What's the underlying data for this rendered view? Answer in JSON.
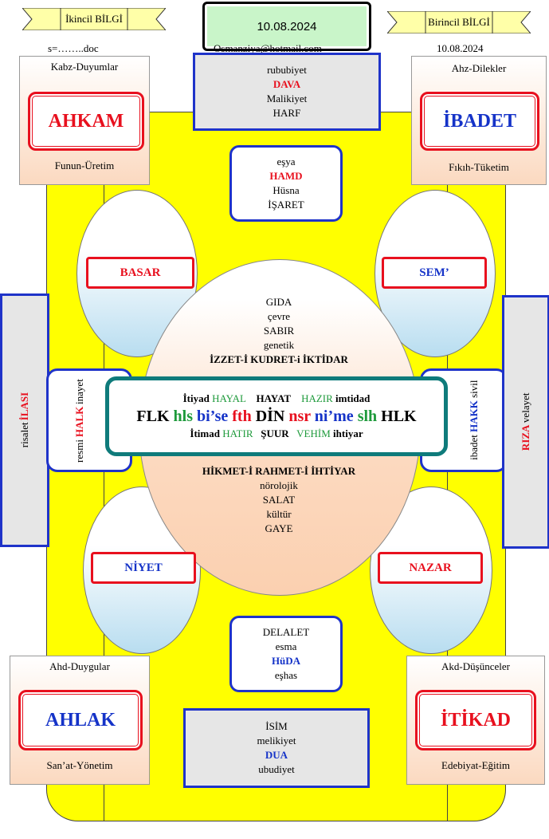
{
  "top": {
    "left_ribbon": "İkincil BİLGİ",
    "right_ribbon": "Birincil BİLGİ",
    "date_box": "10.08.2024",
    "left_note": "s=……..doc",
    "email": "Osmanziya@hotmail.com",
    "right_date": "10.08.2024"
  },
  "corners": {
    "top_left": {
      "top": "Kabz-Duyumlar",
      "badge": "AHKAM",
      "bottom": "Funun-Üretim"
    },
    "top_right": {
      "top": "Ahz-Dilekler",
      "badge": "İBADET",
      "bottom": "Fıkıh-Tüketim"
    },
    "bottom_left": {
      "top": "Ahd-Duygular",
      "badge": "AHLAK",
      "bottom": "San’at-Yönetim"
    },
    "bottom_right": {
      "top": "Akd-Düşünceler",
      "badge": "İTİKAD",
      "bottom": "Edebiyat-Eğitim"
    }
  },
  "top_gray": {
    "l1": "rububiyet",
    "l2": "DAVA",
    "l3": "Malikiyet",
    "l4": "HARF"
  },
  "top_rounded": {
    "l1": "eşya",
    "l2": "HAMD",
    "l3": "Hüsna",
    "l4": "İŞARET"
  },
  "bottom_rounded": {
    "l1": "DELALET",
    "l2": "esma",
    "l3": "HüDA",
    "l4": "eşhas"
  },
  "bottom_gray": {
    "l1": "İSİM",
    "l2": "melikiyet",
    "l3": "DUA",
    "l4": "ubudiyet"
  },
  "ovals": {
    "top_left": "BASAR",
    "top_right": "SEM’",
    "bottom_left": "NİYET",
    "bottom_right": "NAZAR"
  },
  "big_oval": {
    "top": [
      "GIDA",
      "çevre",
      "SABIR",
      "genetik"
    ],
    "top_title": "İZZET-İ KUDRET-i İKTİDAR",
    "bottom_title": "HİKMET-İ RAHMET-İ İHTİYAR",
    "bottom": [
      "nörolojik",
      "SALAT",
      "kültür",
      "GAYE"
    ]
  },
  "center": {
    "row1": {
      "a": "İtiyad",
      "b": "HAYAL",
      "c": "HAYAT",
      "d": "HAZIR",
      "e": "imtidad"
    },
    "row2": {
      "a": "FLK",
      "b": "hls",
      "c": "bi’se",
      "d": "fth",
      "e": "DİN",
      "f": "nsr",
      "g": "ni’me",
      "h": "slh",
      "i": "HLK"
    },
    "row3": {
      "a": "İtimad",
      "b": "HATIR",
      "c": "ŞUUR",
      "d": "VEHİM",
      "e": "ihtiyar"
    }
  },
  "left_side": {
    "inner1": "resmi",
    "inner2": "HALK",
    "inner3": "inayet",
    "outer1": "risalet",
    "outer2": "İLASI"
  },
  "right_side": {
    "inner1": "ibadet",
    "inner2": "HAKK",
    "inner3": "sivil",
    "outer1": "RIZA",
    "outer2": "velayet"
  },
  "colors": {
    "red": "#e8101e",
    "blue": "#1533c8",
    "green": "#1e9a3b",
    "yellow": "#ffff00",
    "teal": "#0f7b7b"
  }
}
